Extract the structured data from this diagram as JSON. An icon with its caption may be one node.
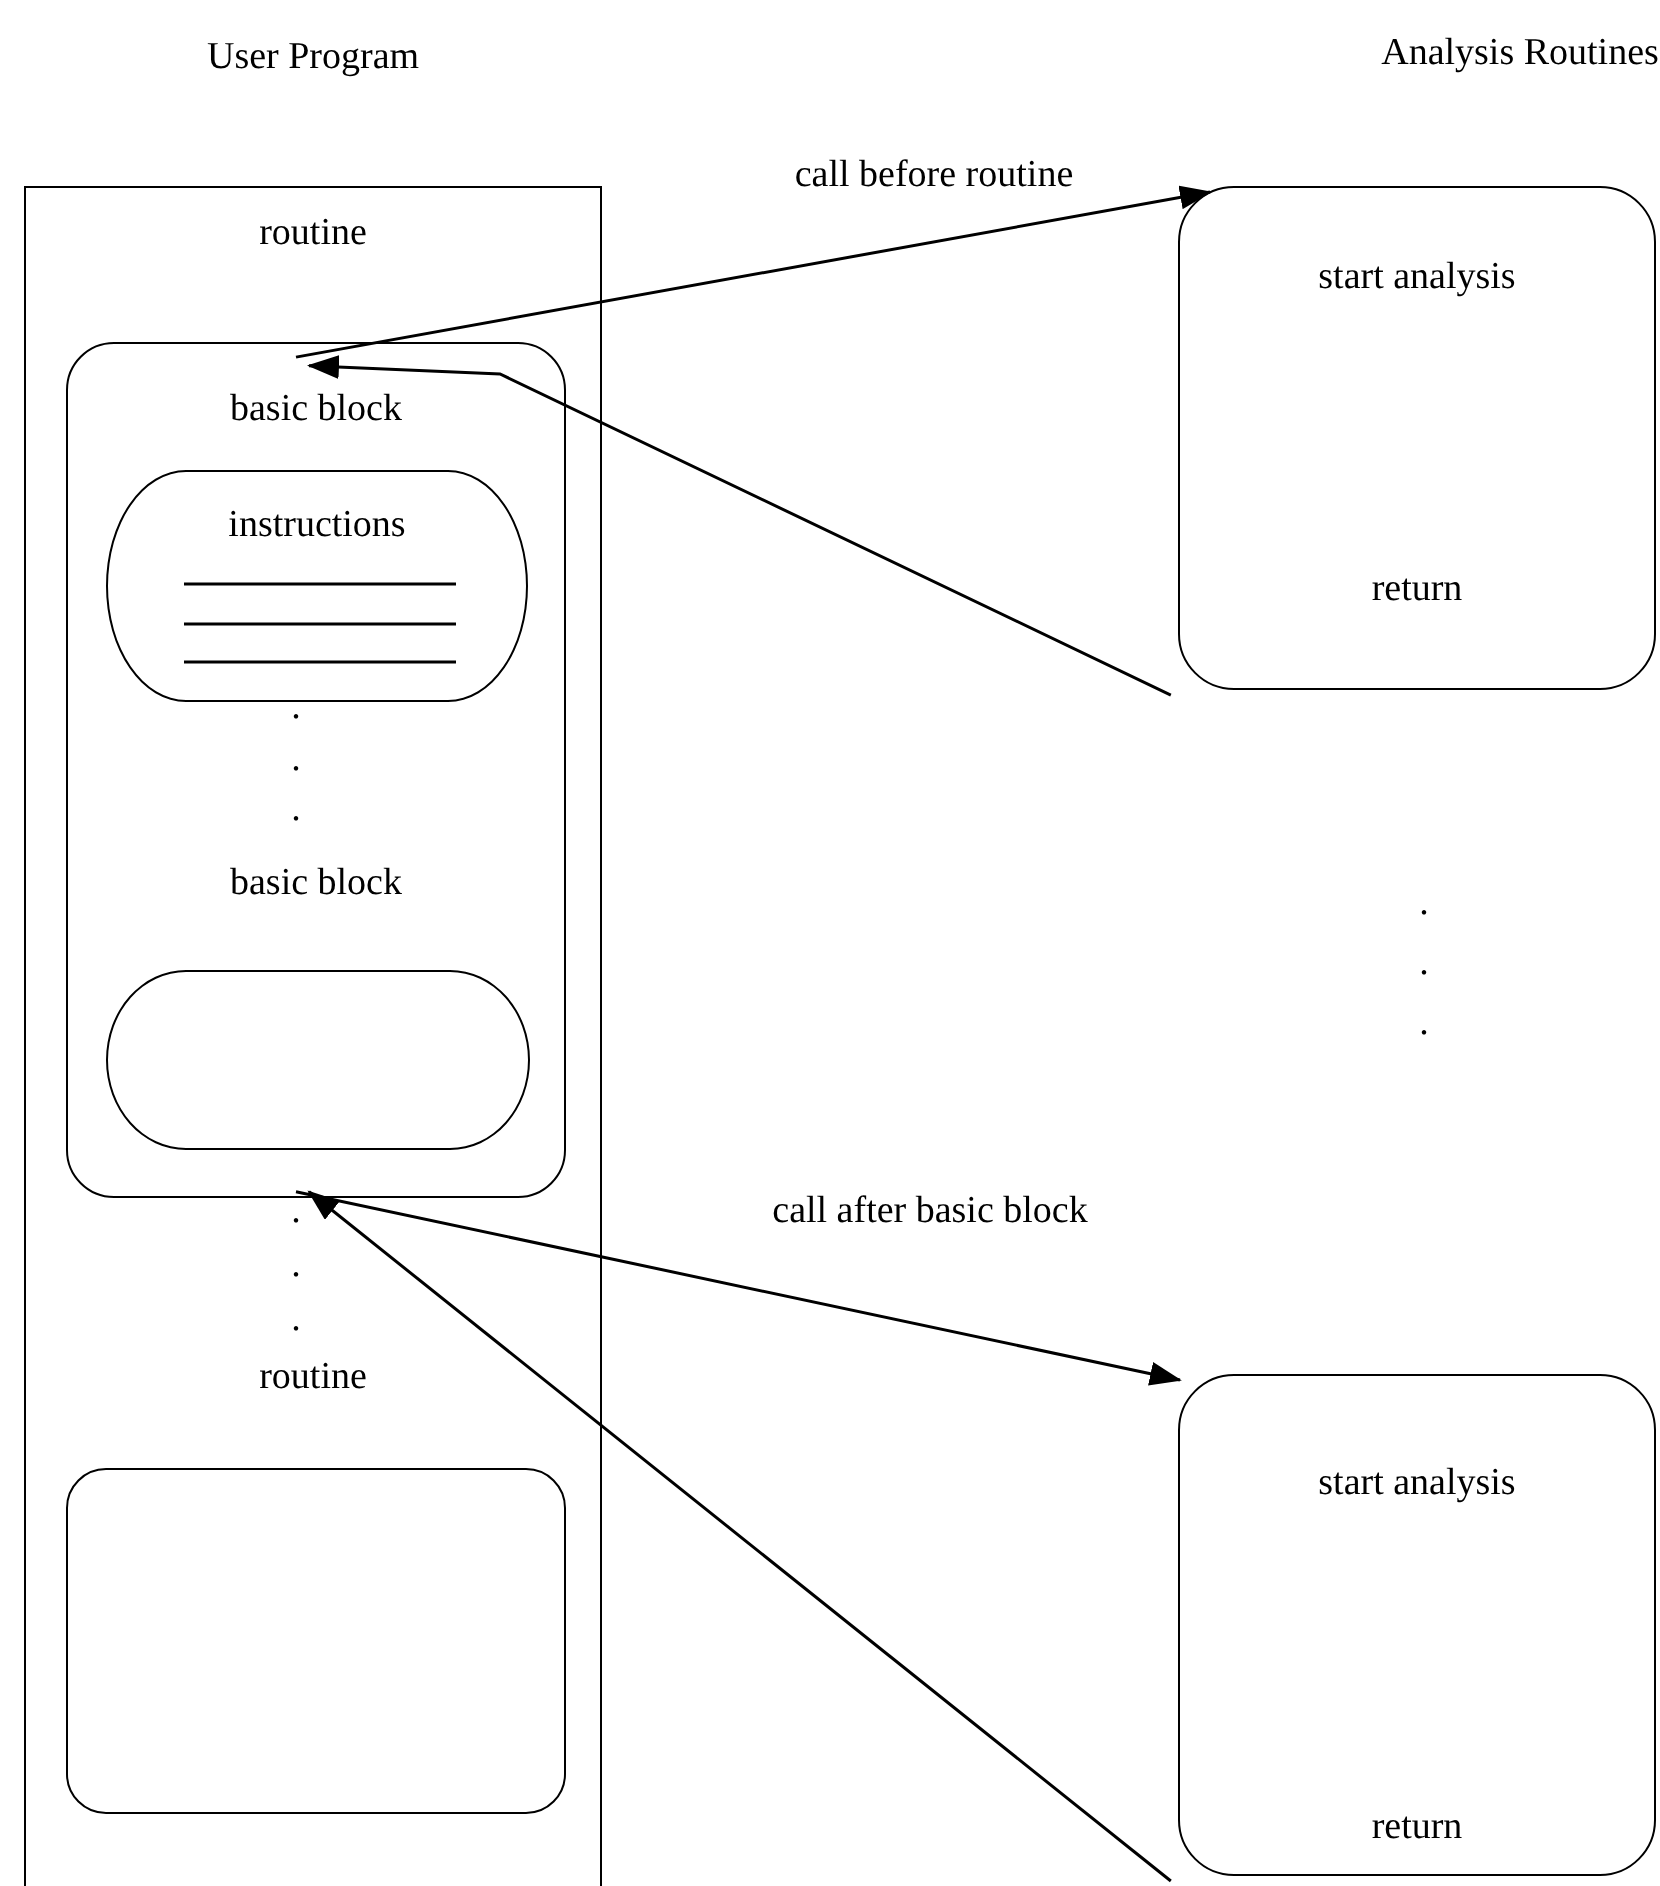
{
  "diagram": {
    "nodes": [
      {
        "text": [
          "User Program",
          "routine",
          "routine"
        ]
      },
      {
        "text": [
          "basic block",
          "basic block"
        ],
        "in": 0
      },
      {
        "text": [
          "instructions"
        ],
        "in": 1
      },
      {
        "text": [],
        "shape": "box",
        "in": 1
      },
      {
        "text": [],
        "shape": "box",
        "in": 0
      },
      {
        "text": [
          "start analysis",
          "return"
        ]
      },
      {
        "text": [
          "start analysis",
          "return"
        ]
      }
    ],
    "edges": [
      {
        "from": 1,
        "to": 5,
        "arrow": "to",
        "label": "call before routine"
      },
      {
        "from": 5,
        "to": 1,
        "arrow": "to"
      },
      {
        "from": 1,
        "to": 6,
        "arrow": "to",
        "label": "call after basic block"
      },
      {
        "from": 6,
        "to": 1,
        "arrow": "to"
      }
    ],
    "labels": [
      "Analysis Routines",
      ".",
      ".",
      ".",
      ".",
      ".",
      ".",
      ".",
      ".",
      "."
    ]
  }
}
